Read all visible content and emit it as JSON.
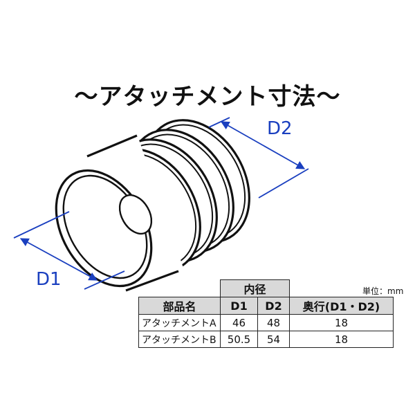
{
  "title": "～アタッチメント寸法～",
  "labels": {
    "d1": "D1",
    "d2": "D2"
  },
  "unit": "単位：mm",
  "table": {
    "group_header": "内径",
    "headers": [
      "部品名",
      "D1",
      "D2",
      "奥行(D1・D2)"
    ],
    "rows": [
      {
        "name": "アタッチメントA",
        "d1": "46",
        "d2": "48",
        "depth": "18"
      },
      {
        "name": "アタッチメントB",
        "d1": "50.5",
        "d2": "54",
        "depth": "18"
      }
    ]
  },
  "colors": {
    "dimension": "#1a3fbf",
    "outline": "#111111",
    "header_fill": "#d9d9d9"
  }
}
